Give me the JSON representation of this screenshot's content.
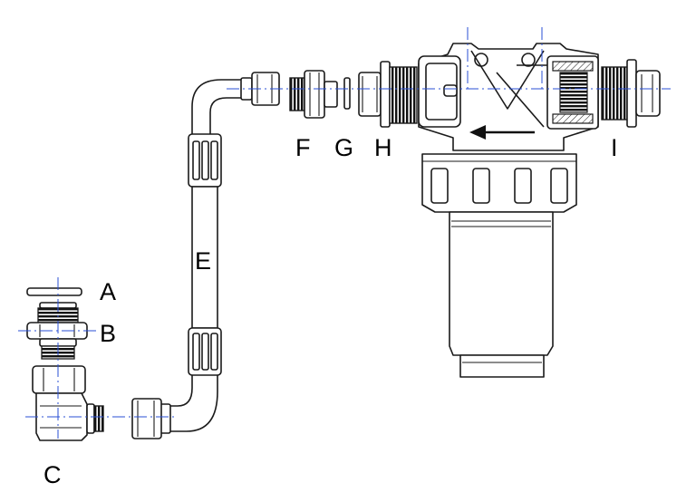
{
  "labels": {
    "a": "A",
    "b": "B",
    "c": "C",
    "e": "E",
    "f": "F",
    "g": "G",
    "h": "H",
    "i": "I"
  },
  "colors": {
    "outline": "#1a1a1a",
    "centerline": "#2a4fd6",
    "thread": "#111111",
    "background": "#ffffff"
  },
  "icons": {
    "flow_direction": "arrow-left-icon"
  }
}
